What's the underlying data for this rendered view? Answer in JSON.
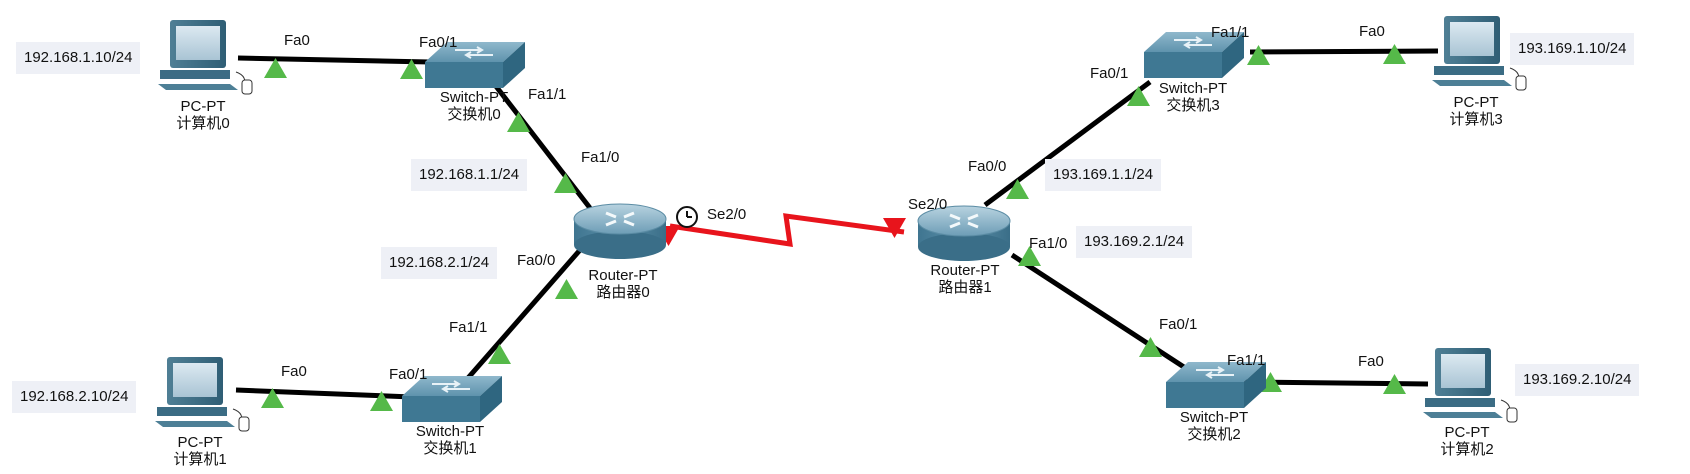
{
  "colors": {
    "ethernet": "#000000",
    "serial": "#e8141c",
    "port_up": "#55b949",
    "port_serial": "#e8141c",
    "ip_box_bg": "#eef0f6"
  },
  "devices": {
    "pc0": {
      "model": "PC-PT",
      "name": "计算机0",
      "icon": "pc-icon"
    },
    "pc1": {
      "model": "PC-PT",
      "name": "计算机1",
      "icon": "pc-icon"
    },
    "pc2": {
      "model": "PC-PT",
      "name": "计算机2",
      "icon": "pc-icon"
    },
    "pc3": {
      "model": "PC-PT",
      "name": "计算机3",
      "icon": "pc-icon"
    },
    "sw0": {
      "model": "Switch-PT",
      "name": "交换机0",
      "icon": "switch-icon"
    },
    "sw1": {
      "model": "Switch-PT",
      "name": "交换机1",
      "icon": "switch-icon"
    },
    "sw2": {
      "model": "Switch-PT",
      "name": "交换机2",
      "icon": "switch-icon"
    },
    "sw3": {
      "model": "Switch-PT",
      "name": "交换机3",
      "icon": "switch-icon"
    },
    "r0": {
      "model": "Router-PT",
      "name": "路由器0",
      "icon": "router-icon"
    },
    "r1": {
      "model": "Router-PT",
      "name": "路由器1",
      "icon": "router-icon"
    }
  },
  "ip_labels": {
    "pc0": "192.168.1.10/24",
    "pc1": "192.168.2.10/24",
    "pc2": "193.169.2.10/24",
    "pc3": "193.169.1.10/24",
    "r0_fa10": "192.168.1.1/24",
    "r0_fa00": "192.168.2.1/24",
    "r1_fa00": "193.169.1.1/24",
    "r1_fa10": "193.169.2.1/24"
  },
  "ports": {
    "pc0_fa0": "Fa0",
    "sw0_fa01": "Fa0/1",
    "sw0_fa11": "Fa1/1",
    "r0_fa10": "Fa1/0",
    "r0_se20": "Se2/0",
    "r0_fa00": "Fa0/0",
    "sw1_fa11": "Fa1/1",
    "sw1_fa01": "Fa0/1",
    "pc1_fa0": "Fa0",
    "r1_se20": "Se2/0",
    "r1_fa00": "Fa0/0",
    "r1_fa10": "Fa1/0",
    "sw3_fa01": "Fa0/1",
    "sw3_fa11": "Fa1/1",
    "pc3_fa0": "Fa0",
    "sw2_fa01": "Fa0/1",
    "sw2_fa11": "Fa1/1",
    "pc2_fa0": "Fa0"
  },
  "links": [
    {
      "from": "pc0",
      "to": "sw0",
      "type": "ethernet"
    },
    {
      "from": "sw0",
      "to": "r0",
      "type": "ethernet"
    },
    {
      "from": "r0",
      "to": "sw1",
      "type": "ethernet"
    },
    {
      "from": "sw1",
      "to": "pc1",
      "type": "ethernet"
    },
    {
      "from": "r0",
      "to": "r1",
      "type": "serial",
      "clock": true
    },
    {
      "from": "r1",
      "to": "sw3",
      "type": "ethernet"
    },
    {
      "from": "sw3",
      "to": "pc3",
      "type": "ethernet"
    },
    {
      "from": "r1",
      "to": "sw2",
      "type": "ethernet"
    },
    {
      "from": "sw2",
      "to": "pc2",
      "type": "ethernet"
    }
  ]
}
